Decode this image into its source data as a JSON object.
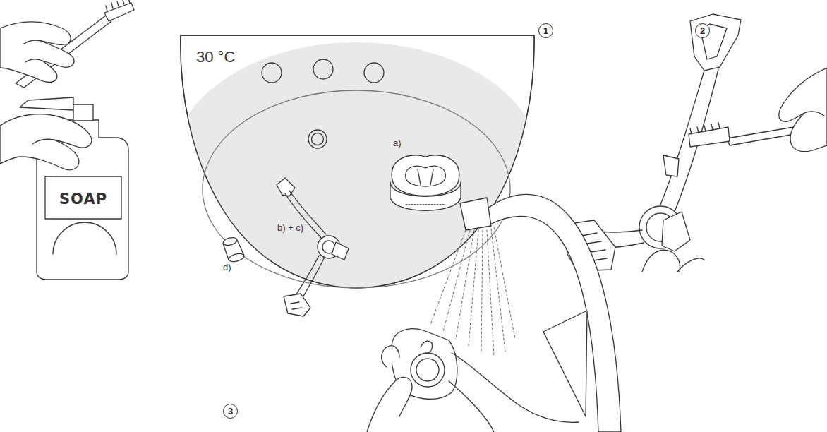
{
  "diagram": {
    "nodes": [
      {
        "text": [
          "1"
        ]
      },
      {
        "text": [
          "2"
        ]
      },
      {
        "text": [
          "SOAP"
        ]
      },
      {
        "text": [
          "3"
        ]
      }
    ],
    "labels": [
      "30 °C",
      "a)",
      "d)",
      "b) + c)"
    ]
  }
}
